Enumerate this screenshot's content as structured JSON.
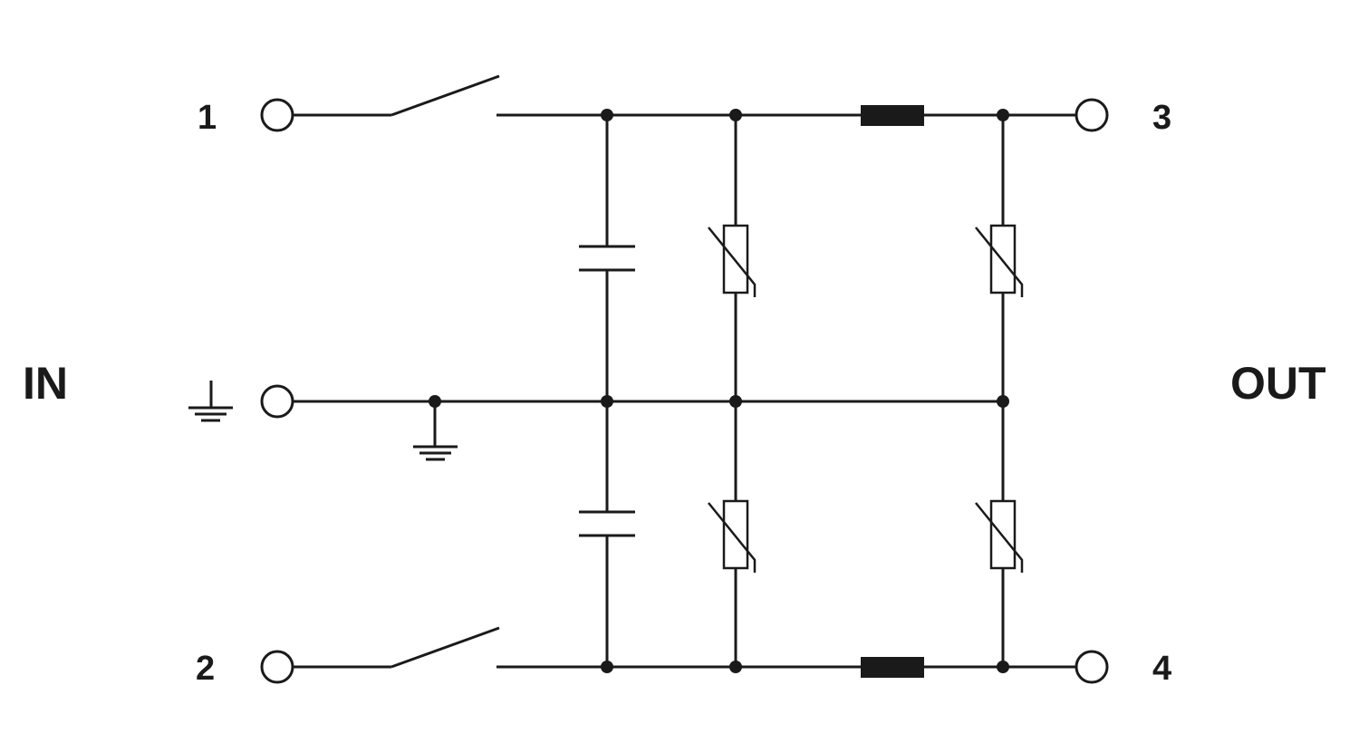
{
  "terminals": {
    "t1": "1",
    "t2": "2",
    "t3": "3",
    "t4": "4"
  },
  "sides": {
    "input": "IN",
    "output": "OUT"
  },
  "icons": [
    "ground-icon",
    "switch-icon",
    "capacitor-icon",
    "varistor-icon",
    "inductor-icon",
    "terminal-icon"
  ],
  "colors": {
    "line": "#1a1a1a",
    "background": "#ffffff"
  }
}
